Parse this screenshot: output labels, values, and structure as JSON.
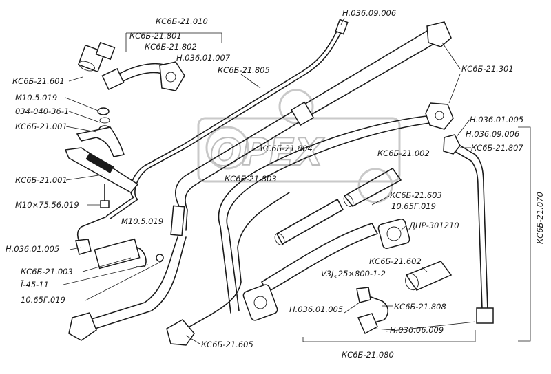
{
  "labels": {
    "l1": "КС6Б-21.010",
    "l2": "КС6Б-21.801",
    "l3": "КС6Б-21.802",
    "l4": "Н.036.01.007",
    "l5": "Н.036.09.006",
    "l6": "КС6Б-21.805",
    "l7": "КС6Б-21.301",
    "l8": "КС6Б-21.601",
    "l9": "М10.5.019",
    "l10": "034-040-36-1",
    "l11": "КС6Б-21.001",
    "l12": "Н.036.01.005",
    "l13": "Н.036.09.006",
    "l14": "КС6Б-21.807",
    "l15": "КС6Б-21.804",
    "l16": "КС6Б-21.002",
    "l17": "КС6Б-21.803",
    "l18": "КС6Б-21.001",
    "l19": "КС6Б-21.603",
    "l20": "10.65Г.019",
    "l21": "М10×75.56.019",
    "l22": "М10.5.019",
    "l23": "ДНР-301210",
    "l24": "Н.036.01.005",
    "l25": "КС6Б-21.602",
    "l26": "КС6Б-21.003",
    "l27": "V3J",
    "l27s": "s",
    "l27b": "25×800-1-2",
    "l28": "Ī-45-11",
    "l29": "10.65Г.019",
    "l30": "Н.036.01.005",
    "l31": "КС6Б-21.808",
    "l32": "Н.036.06.009",
    "l33": "КС6Б-21.605",
    "l34": "КС6Б-21.080",
    "l35": "КС6Б-21.070"
  },
  "watermark": "OPEX"
}
